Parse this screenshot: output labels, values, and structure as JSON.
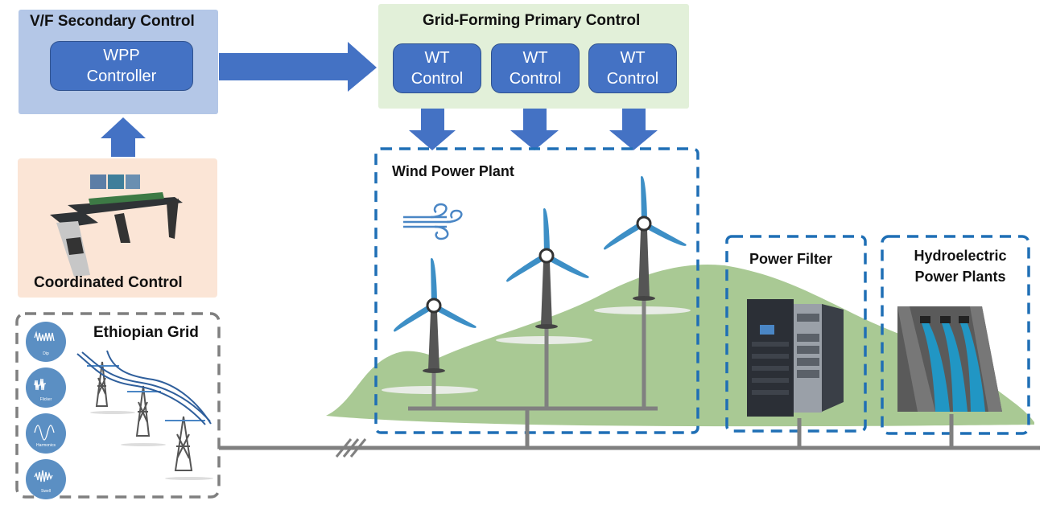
{
  "secondary_control": {
    "title": "V/F Secondary Control",
    "controller": {
      "line1": "WPP",
      "line2": "Controller"
    }
  },
  "coordinated_control": {
    "title": "Coordinated Control"
  },
  "primary_control": {
    "title": "Grid-Forming Primary Control",
    "wt_controls": [
      {
        "line1": "WT",
        "line2": "Control"
      },
      {
        "line1": "WT",
        "line2": "Control"
      },
      {
        "line1": "WT",
        "line2": "Control"
      }
    ]
  },
  "wind_power_plant": {
    "title": "Wind Power Plant"
  },
  "power_filter": {
    "title": "Power Filter"
  },
  "hydro": {
    "line1": "Hydroelectric",
    "line2": "Power Plants"
  },
  "ethiopian_grid": {
    "title": "Ethiopian Grid",
    "disturbances": [
      "Dip",
      "Flicker",
      "Harmonics",
      "Swell"
    ]
  },
  "colors": {
    "secondary_bg": "#b4c7e7",
    "primary_bg": "#e2f0d9",
    "coordinated_bg": "#fbe5d6",
    "arrow": "#4472c4",
    "dashed_blue": "#1f6fb5",
    "hill": "#a9c994",
    "bus": "#808080"
  }
}
